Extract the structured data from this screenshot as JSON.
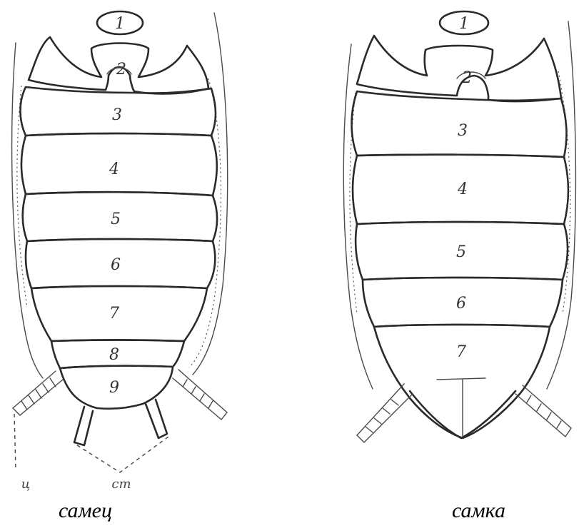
{
  "male": {
    "caption": "самец",
    "segments": [
      "1",
      "2",
      "3",
      "4",
      "5",
      "6",
      "7",
      "8",
      "9"
    ],
    "marks": {
      "left": "ц",
      "bottom": "ст"
    }
  },
  "female": {
    "caption": "самка",
    "segments": [
      "1",
      "2",
      "3",
      "4",
      "5",
      "6",
      "7"
    ]
  }
}
